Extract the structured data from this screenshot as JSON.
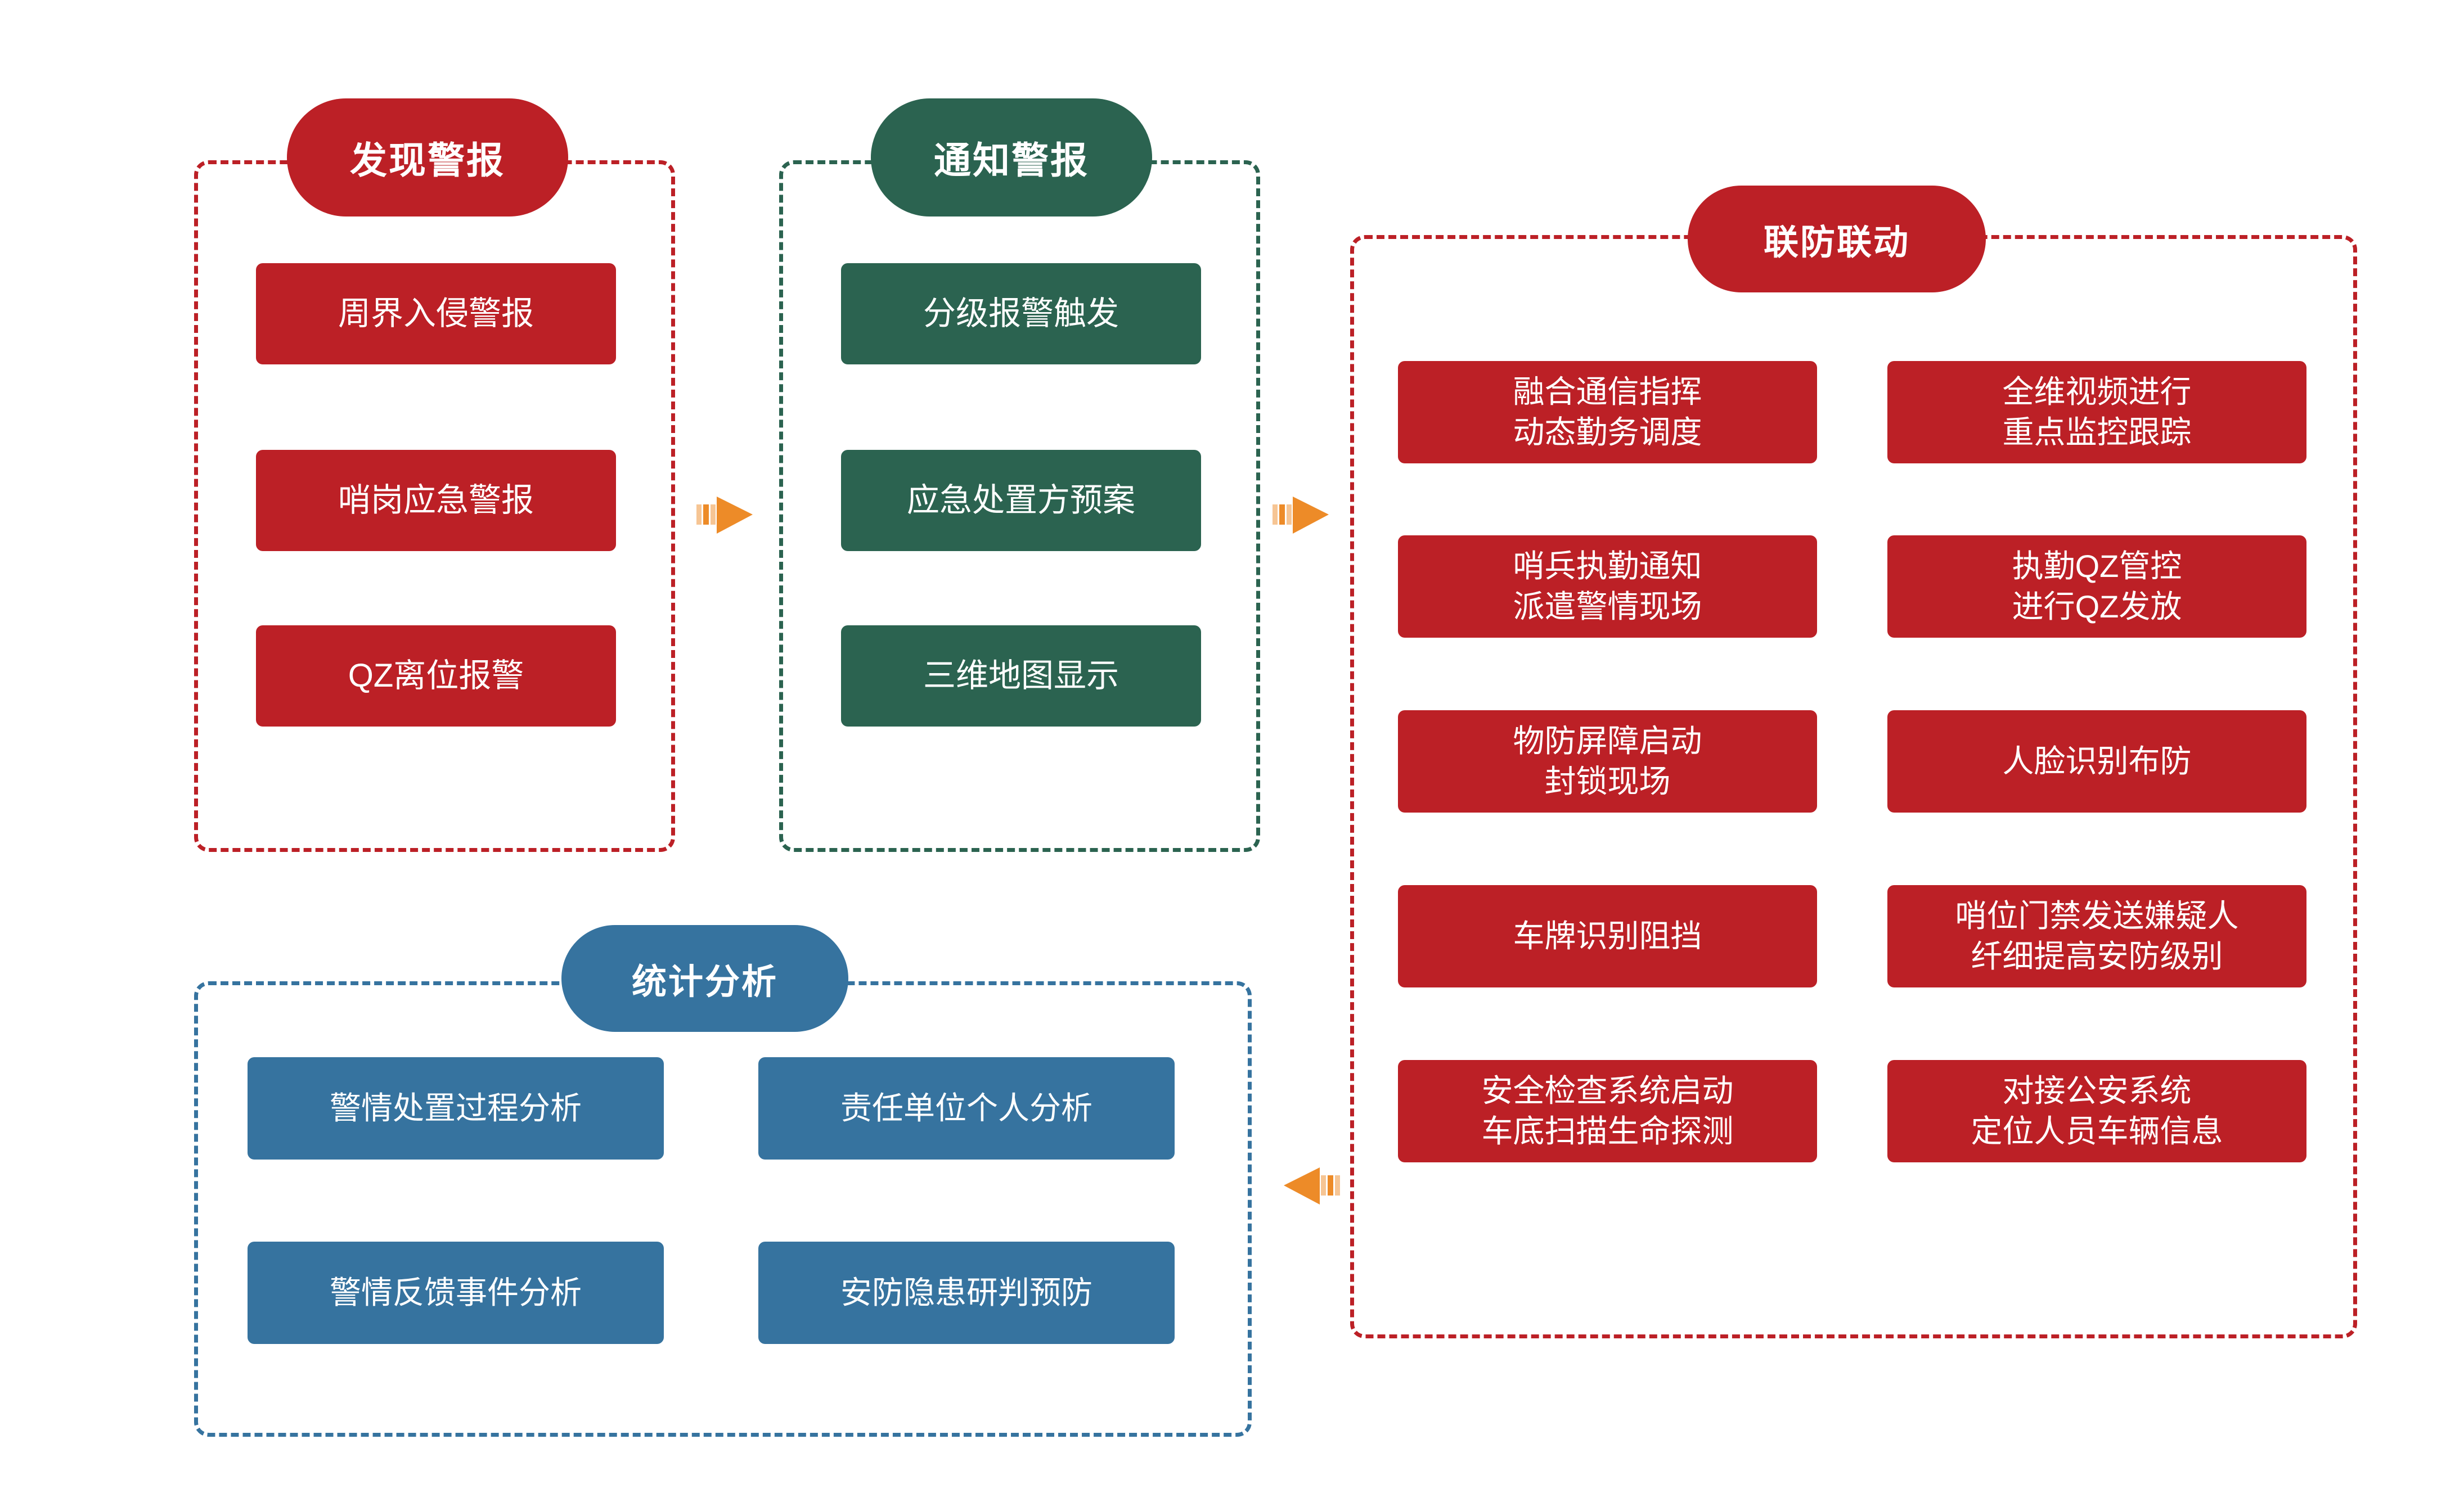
{
  "diagram": {
    "title_present": false,
    "colors": {
      "red": "#BC2026",
      "green": "#2B6350",
      "blue": "#36739F",
      "arrow_orange": "#ED8B28",
      "arrow_orange_light": "#F6C594",
      "background": "#FFFFFF",
      "text_on_fill": "#FFFFFF"
    },
    "groups": [
      {
        "id": "discover-alarm",
        "header": "发现警报",
        "color": "red",
        "items": [
          "周界入侵警报",
          "哨岗应急警报",
          "QZ离位报警"
        ]
      },
      {
        "id": "notify-alarm",
        "header": "通知警报",
        "color": "green",
        "items": [
          "分级报警触发",
          "应急处置方预案",
          "三维地图显示"
        ]
      },
      {
        "id": "joint-defense",
        "header": "联防联动",
        "color": "red",
        "columns": [
          [
            "融合通信指挥\n动态勤务调度",
            "哨兵执勤通知\n派遣警情现场",
            "物防屏障启动\n封锁现场",
            "车牌识别阻挡",
            "安全检查系统启动\n车底扫描生命探测"
          ],
          [
            "全维视频进行\n重点监控跟踪",
            "执勤QZ管控\n进行QZ发放",
            "人脸识别布防",
            "哨位门禁发送嫌疑人\n纤细提高安防级别",
            "对接公安系统\n定位人员车辆信息"
          ]
        ]
      },
      {
        "id": "statistical-analysis",
        "header": "统计分析",
        "color": "blue",
        "columns": [
          [
            "警情处置过程分析",
            "责任单位个人分析"
          ],
          [
            "警情反馈事件分析",
            "安防隐患研判预防"
          ]
        ]
      }
    ],
    "connectors": [
      {
        "id": "discover-to-notify",
        "direction": "right"
      },
      {
        "id": "notify-to-joint",
        "direction": "right"
      },
      {
        "id": "joint-to-statistics",
        "direction": "left"
      }
    ]
  }
}
